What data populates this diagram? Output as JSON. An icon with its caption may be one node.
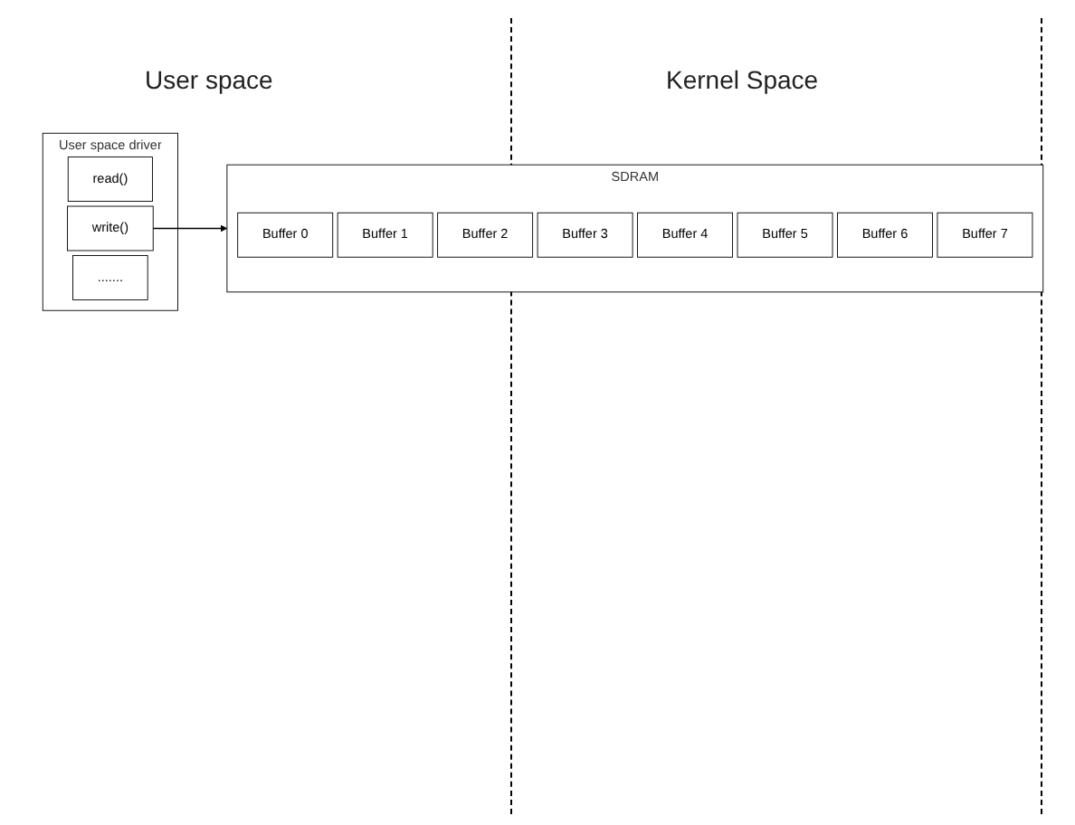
{
  "diagram": {
    "nodes": [
      {
        "text": [
          "User space driver"
        ]
      },
      {
        "text": [
          "read()"
        ],
        "in": 0
      },
      {
        "text": [
          "write()"
        ],
        "in": 0
      },
      {
        "text": [
          "......."
        ],
        "in": 0
      },
      {
        "text": [
          "SDRAM"
        ]
      },
      {
        "text": [
          "Buffer 0"
        ],
        "in": 4
      },
      {
        "text": [
          "Buffer 1"
        ],
        "in": 4
      },
      {
        "text": [
          "Buffer 2"
        ],
        "in": 4
      },
      {
        "text": [
          "Buffer 3"
        ],
        "in": 4
      },
      {
        "text": [
          "Buffer 4"
        ],
        "in": 4
      },
      {
        "text": [
          "Buffer 5"
        ],
        "in": 4
      },
      {
        "text": [
          "Buffer 6"
        ],
        "in": 4
      },
      {
        "text": [
          "Buffer 7"
        ],
        "in": 4
      }
    ],
    "edges": [
      {
        "from": 2,
        "to": 4,
        "arrow": "to"
      }
    ],
    "labels": [
      "User space",
      "Kernel Space"
    ]
  }
}
